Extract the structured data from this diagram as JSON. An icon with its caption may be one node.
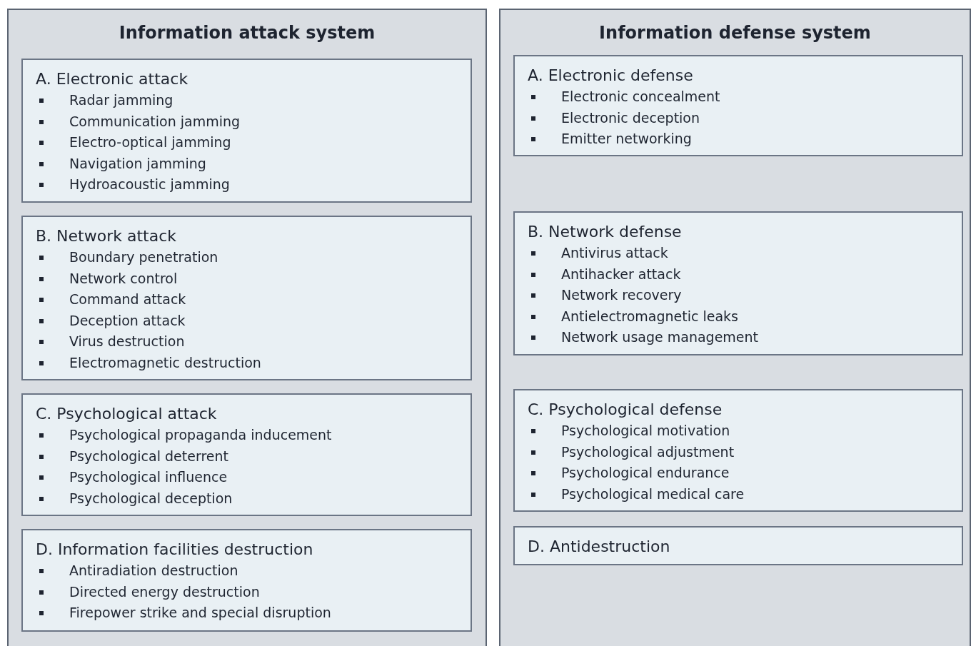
{
  "diagram": {
    "nodes": [
      {
        "text": [
          "Information attack system"
        ]
      },
      {
        "text": [
          "A. Electronic attack",
          "Radar jamming",
          "Communication jamming",
          "Electro-optical jamming",
          "Navigation jamming",
          "Hydroacoustic jamming"
        ],
        "in": 0
      },
      {
        "text": [
          "B. Network attack",
          "Boundary penetration",
          "Network control",
          "Command attack",
          "Deception attack",
          "Virus destruction",
          "Electromagnetic destruction"
        ],
        "in": 0
      },
      {
        "text": [
          "C. Psychological attack",
          "Psychological propaganda inducement",
          "Psychological deterrent",
          "Psychological influence",
          "Psychological deception"
        ],
        "in": 0
      },
      {
        "text": [
          "D. Information facilities destruction",
          "Antiradiation destruction",
          "Directed energy destruction",
          "Firepower strike and special disruption"
        ],
        "in": 0
      },
      {
        "text": [
          "Information defense system"
        ]
      },
      {
        "text": [
          "A. Electronic defense",
          "Electronic concealment",
          "Electronic deception",
          "Emitter networking"
        ],
        "in": 5
      },
      {
        "text": [
          "B. Network defense",
          "Antivirus attack",
          "Antihacker attack",
          "Network recovery",
          "Antielectromagnetic leaks",
          "Network usage management"
        ],
        "in": 5
      },
      {
        "text": [
          "C. Psychological defense",
          "Psychological motivation",
          "Psychological adjustment",
          "Psychological endurance",
          "Psychological medical care"
        ],
        "in": 5
      },
      {
        "text": [
          "D. Antidestruction"
        ],
        "in": 5
      }
    ]
  }
}
